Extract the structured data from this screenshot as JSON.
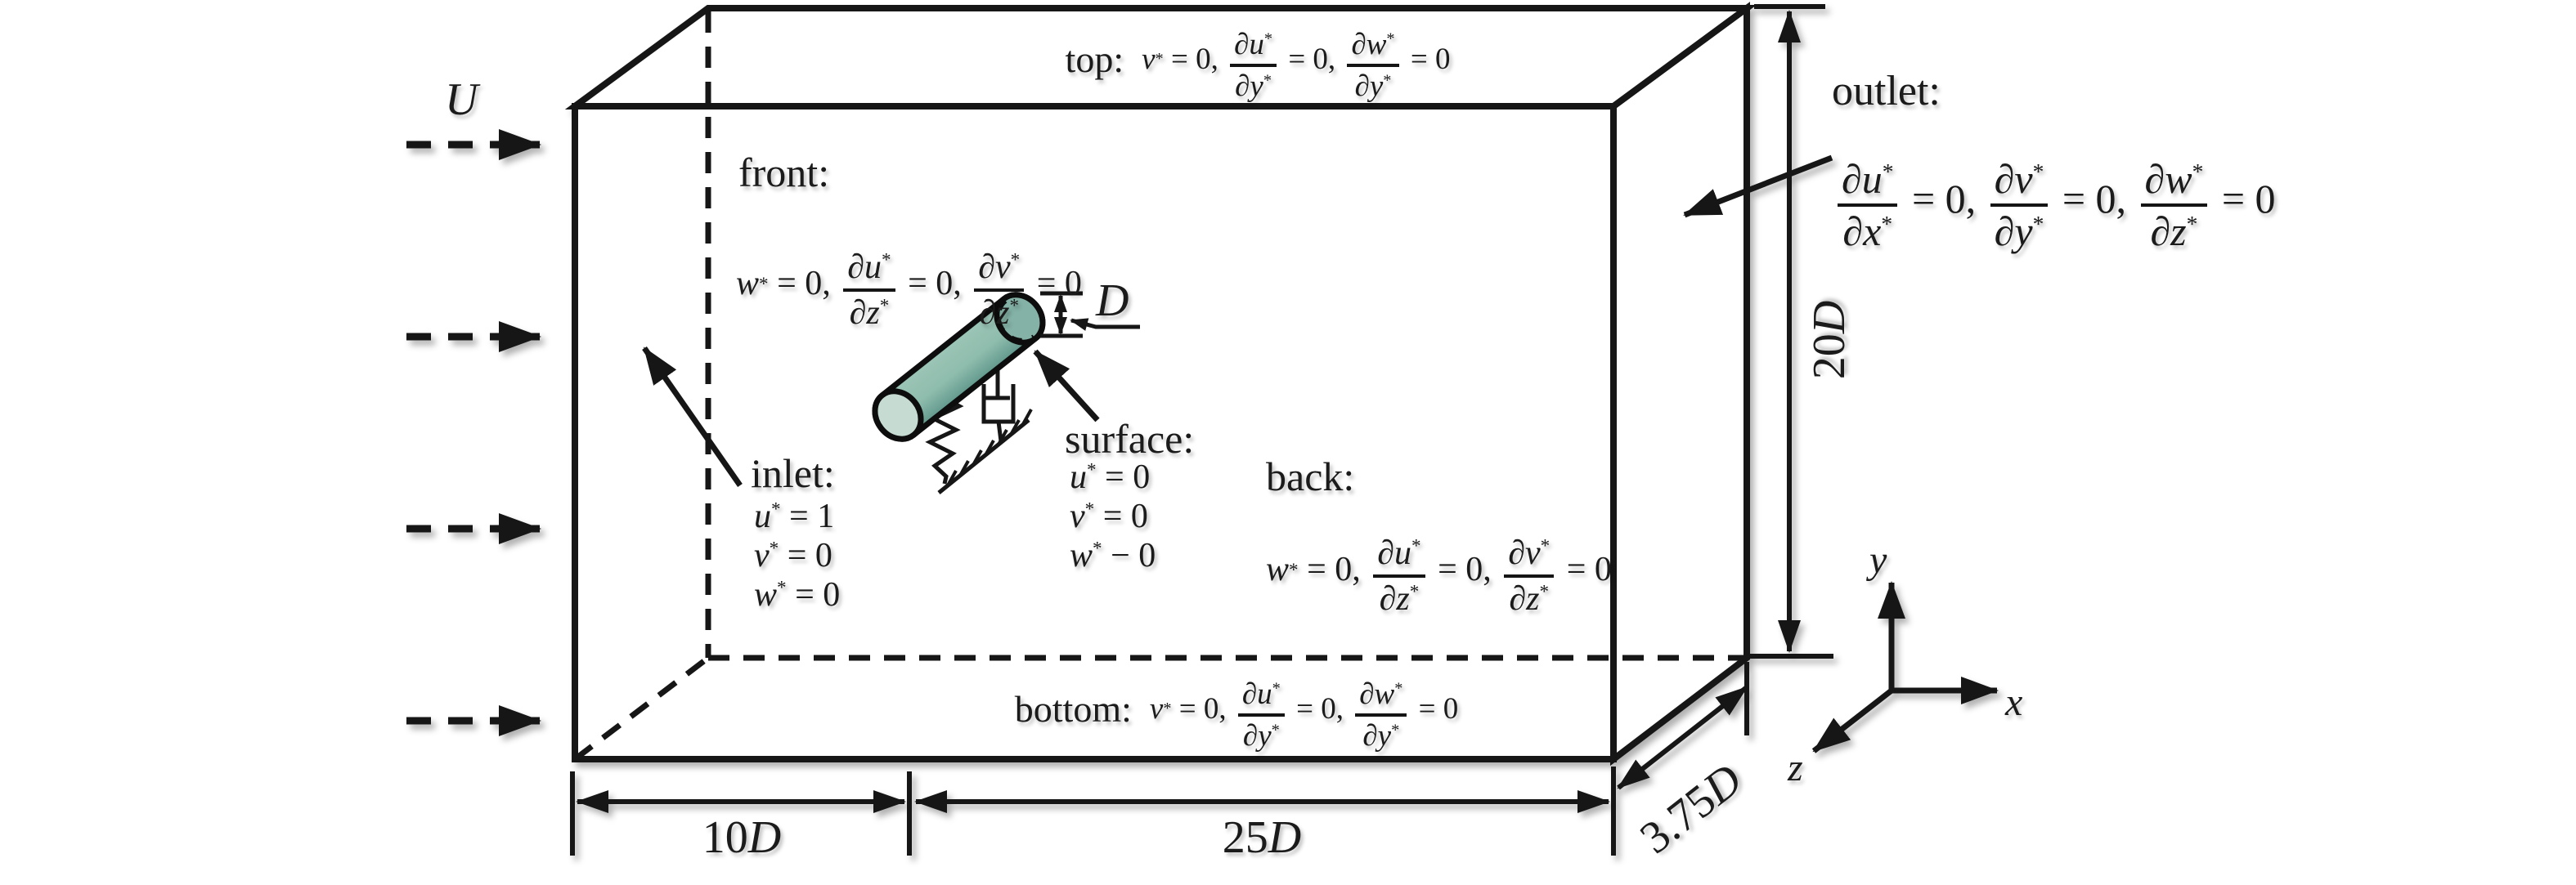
{
  "figure": {
    "type": "cfd-domain-schematic",
    "freestream_label": "U",
    "labels": {
      "top": "top:",
      "front": "front:",
      "outlet": "outlet:",
      "inlet": "inlet:",
      "surface": "surface:",
      "back": "back:",
      "bottom": "bottom:"
    },
    "formulas": {
      "top": [
        {
          "k": "v",
          "b": "v",
          "s": "*"
        },
        {
          "k": "t",
          "t": " = 0, "
        },
        {
          "k": "f",
          "nb": "∂u",
          "ns": "*",
          "db": "∂y",
          "ds": "*"
        },
        {
          "k": "t",
          "t": " = 0, "
        },
        {
          "k": "f",
          "nb": "∂w",
          "ns": "*",
          "db": "∂y",
          "ds": "*"
        },
        {
          "k": "t",
          "t": " = 0"
        }
      ],
      "front": [
        {
          "k": "v",
          "b": "w",
          "s": "*"
        },
        {
          "k": "t",
          "t": " = 0, "
        },
        {
          "k": "f",
          "nb": "∂u",
          "ns": "*",
          "db": "∂z",
          "ds": "*"
        },
        {
          "k": "t",
          "t": " = 0, "
        },
        {
          "k": "f",
          "nb": "∂v",
          "ns": "*",
          "db": "∂z",
          "ds": "*"
        },
        {
          "k": "t",
          "t": " = 0"
        }
      ],
      "outlet": [
        {
          "k": "f",
          "nb": "∂u",
          "ns": "*",
          "db": "∂x",
          "ds": "*"
        },
        {
          "k": "t",
          "t": " = 0, "
        },
        {
          "k": "f",
          "nb": "∂v",
          "ns": "*",
          "db": "∂y",
          "ds": "*"
        },
        {
          "k": "t",
          "t": " = 0, "
        },
        {
          "k": "f",
          "nb": "∂w",
          "ns": "*",
          "db": "∂z",
          "ds": "*"
        },
        {
          "k": "t",
          "t": " = 0"
        }
      ],
      "back": [
        {
          "k": "v",
          "b": "w",
          "s": "*"
        },
        {
          "k": "t",
          "t": " = 0, "
        },
        {
          "k": "f",
          "nb": "∂u",
          "ns": "*",
          "db": "∂z",
          "ds": "*"
        },
        {
          "k": "t",
          "t": " = 0, "
        },
        {
          "k": "f",
          "nb": "∂v",
          "ns": "*",
          "db": "∂z",
          "ds": "*"
        },
        {
          "k": "t",
          "t": " = 0"
        }
      ],
      "bottom": [
        {
          "k": "v",
          "b": "v",
          "s": "*"
        },
        {
          "k": "t",
          "t": " = 0, "
        },
        {
          "k": "f",
          "nb": "∂u",
          "ns": "*",
          "db": "∂y",
          "ds": "*"
        },
        {
          "k": "t",
          "t": " = 0, "
        },
        {
          "k": "f",
          "nb": "∂w",
          "ns": "*",
          "db": "∂y",
          "ds": "*"
        },
        {
          "k": "t",
          "t": " = 0"
        }
      ],
      "inlet_lines": [
        [
          {
            "k": "v",
            "b": "u",
            "s": "*"
          },
          {
            "k": "t",
            "t": " = 1"
          }
        ],
        [
          {
            "k": "v",
            "b": "v",
            "s": "*"
          },
          {
            "k": "t",
            "t": " = 0"
          }
        ],
        [
          {
            "k": "v",
            "b": "w",
            "s": "*"
          },
          {
            "k": "t",
            "t": " = 0"
          }
        ]
      ],
      "surface_lines": [
        [
          {
            "k": "v",
            "b": "u",
            "s": "*"
          },
          {
            "k": "t",
            "t": " = 0"
          }
        ],
        [
          {
            "k": "v",
            "b": "v",
            "s": "*"
          },
          {
            "k": "t",
            "t": " = 0"
          }
        ],
        [
          {
            "k": "v",
            "b": "w",
            "s": "*"
          },
          {
            "k": "t",
            "t": " − 0"
          }
        ]
      ]
    },
    "dimensions": {
      "upstream": {
        "value": "10",
        "unit": "D"
      },
      "downstream": {
        "value": "25",
        "unit": "D"
      },
      "height": {
        "value": "20",
        "unit": "D"
      },
      "span": {
        "value": "3.75",
        "unit": "D"
      },
      "diameter": "D"
    },
    "axes": {
      "x": "x",
      "y": "y",
      "z": "z"
    },
    "colors": {
      "line": "#151515",
      "text": "#1b1b1b",
      "background": "#ffffff",
      "cylinder-body": "#8fbdad",
      "cylinder-body-dark": "#5f978b",
      "cylinder-cap-near": "#c6dcd2",
      "cylinder-cap-far": "#84b2a6"
    }
  }
}
